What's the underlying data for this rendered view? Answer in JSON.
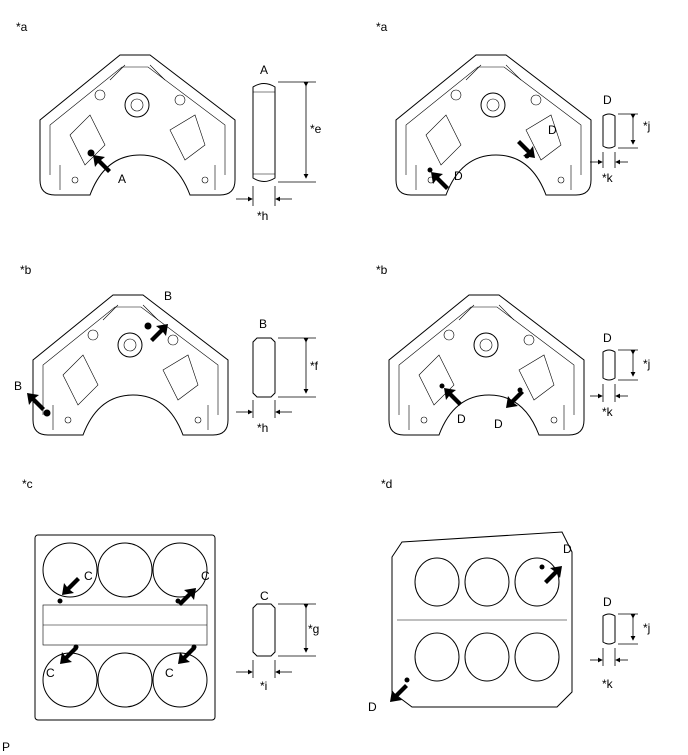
{
  "panels": [
    {
      "label": "*a",
      "pin": "A",
      "height_label": "*e",
      "width_label": "*h"
    },
    {
      "label": "*a",
      "pin": "D",
      "height_label": "*j",
      "width_label": "*k"
    },
    {
      "label": "*b",
      "pin": "B",
      "height_label": "*f",
      "width_label": "*h"
    },
    {
      "label": "*b",
      "pin": "D",
      "height_label": "*j",
      "width_label": "*k"
    },
    {
      "label": "*c",
      "pin": "C",
      "height_label": "*g",
      "width_label": "*i"
    },
    {
      "label": "*d",
      "pin": "D",
      "height_label": "*j",
      "width_label": "*k"
    }
  ],
  "footer": "P"
}
